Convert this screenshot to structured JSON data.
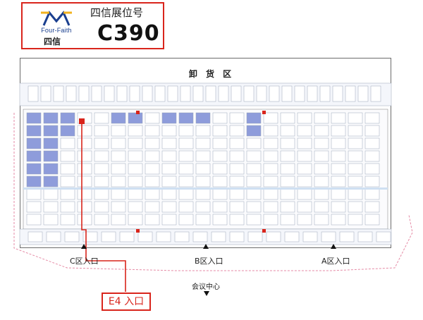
{
  "callout": {
    "logo_text": "Four-Faith",
    "logo_cn": "四信",
    "booth_label": "四信展位号",
    "booth_number": "C390",
    "accent_color": "#d9251c"
  },
  "hall": {
    "unloading_label": "卸 货 区"
  },
  "entrances": {
    "c": "C区入口",
    "b": "B区入口",
    "a": "A区入口",
    "e4": "E4 入口"
  },
  "conference": {
    "label": "会议中心"
  },
  "colors": {
    "booth_highlight": "#8e9cdb",
    "route": "#d9251c",
    "grid": "#9aa5b8"
  }
}
